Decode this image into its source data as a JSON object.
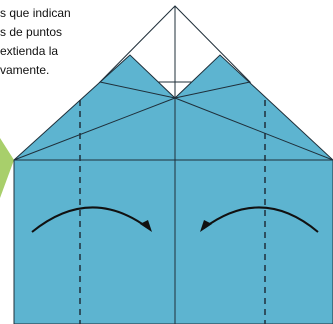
{
  "caption": {
    "lines": [
      "s que indican",
      "s de puntos",
      "extienda la",
      "vamente."
    ]
  },
  "colors": {
    "paper": "#5db4d0",
    "paper_dark": "#3f94b1",
    "green_tab": "#a8cf6b",
    "line": "#1f2f3a",
    "arrow": "#111111",
    "background": "#ffffff"
  },
  "icons": {
    "left_arrow": "curved-arrow-right-icon",
    "right_arrow": "curved-arrow-left-icon"
  }
}
